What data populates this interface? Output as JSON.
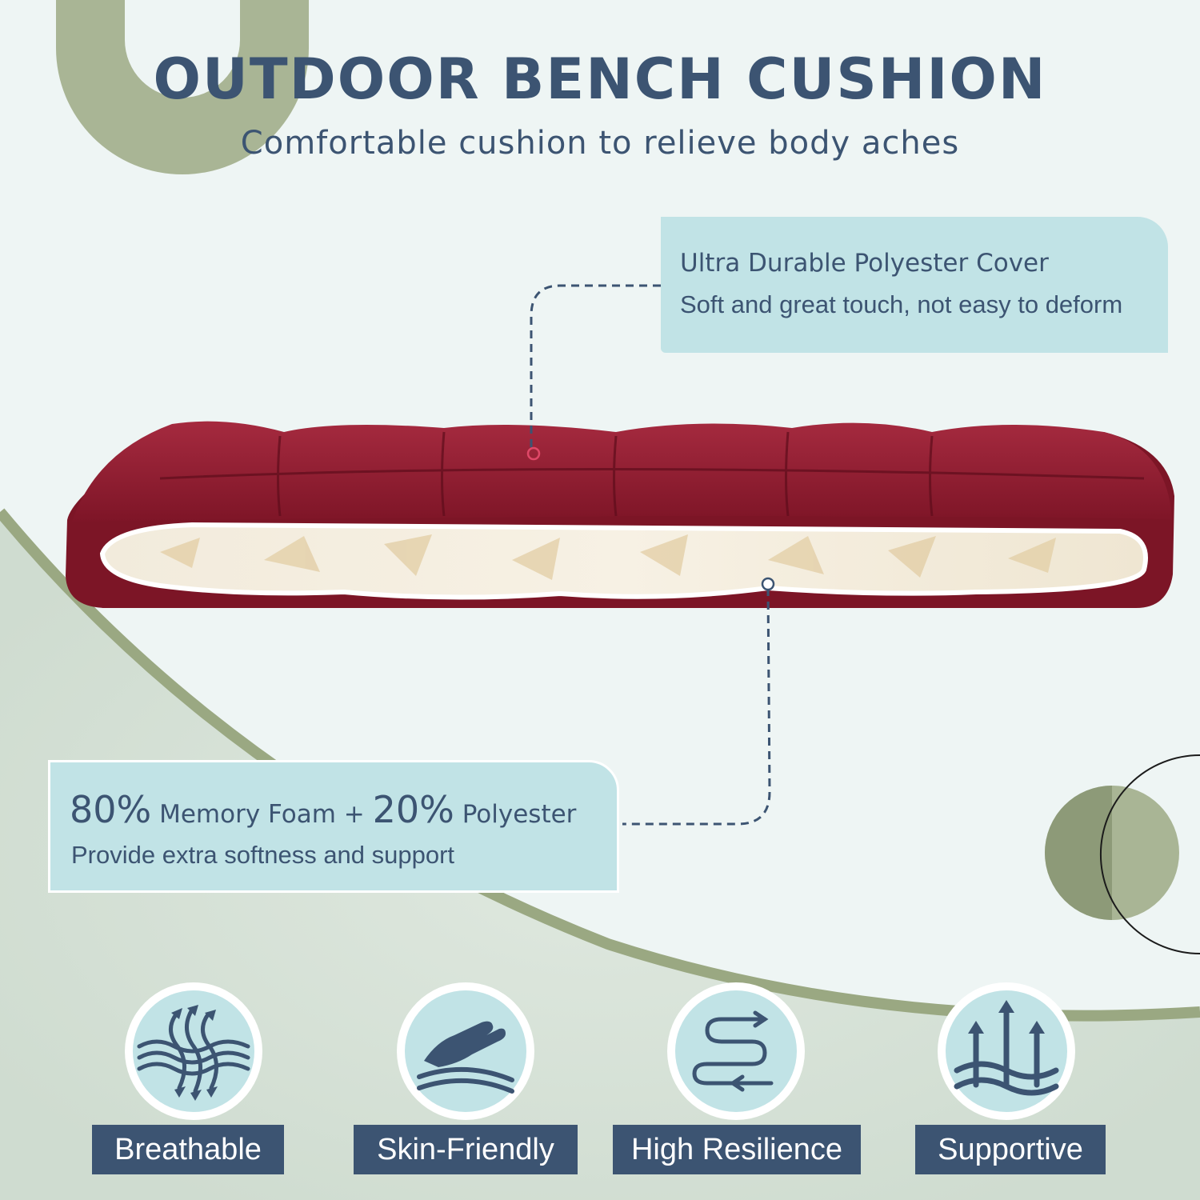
{
  "header": {
    "title": "OUTDOOR BENCH CUSHION",
    "subtitle": "Comfortable cushion to relieve body aches"
  },
  "callouts": {
    "cover": {
      "heading": "Ultra Durable Polyester Cover",
      "text": "Soft and great touch, not easy to deform"
    },
    "filling": {
      "pct1": "80%",
      "part1": " Memory Foam + ",
      "pct2": "20%",
      "part2": " Polyester",
      "text": "Provide extra softness and support"
    }
  },
  "features": [
    {
      "label": "Breathable",
      "icon": "breathable-airflow-icon"
    },
    {
      "label": "Skin-Friendly",
      "icon": "skin-friendly-hand-icon"
    },
    {
      "label": "High Resilience",
      "icon": "resilience-arrows-icon"
    },
    {
      "label": "Supportive",
      "icon": "supportive-arrows-icon"
    }
  ],
  "colors": {
    "navy": "#3c5472",
    "callout": "#c1e3e6",
    "sage": "#a9b595",
    "sage_dark": "#8d9a78",
    "cushion": "#8a1a2e",
    "background": "#eef5f4"
  }
}
